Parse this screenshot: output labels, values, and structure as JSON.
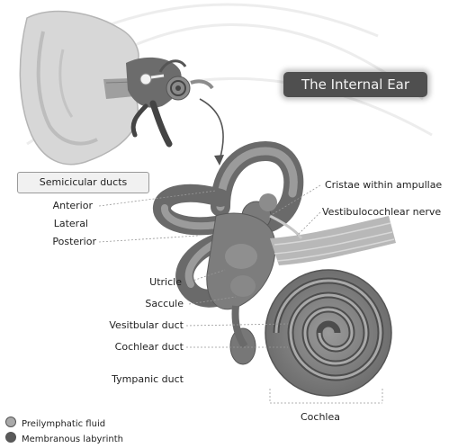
{
  "diagram": {
    "title": "The Internal Ear",
    "semicircular_box": "Semicicular ducts",
    "left_labels": {
      "anterior": "Anterior",
      "lateral": "Lateral",
      "posterior": "Posterior",
      "utricle": "Utricle",
      "saccule": "Saccule",
      "vestibular_duct": "Vesitbular duct",
      "cochlear_duct": "Cochlear duct",
      "tympanic_duct": "Tympanic duct"
    },
    "right_labels": {
      "cristae": "Cristae within ampullae",
      "nerve": "Vestibulocochlear nerve",
      "cochlea": "Cochlea"
    },
    "legend": [
      {
        "label": "Preilymphatic fluid",
        "color": "#a9a9a9"
      },
      {
        "label": "Membranous labyrinth",
        "color": "#5a5a5a"
      }
    ]
  }
}
